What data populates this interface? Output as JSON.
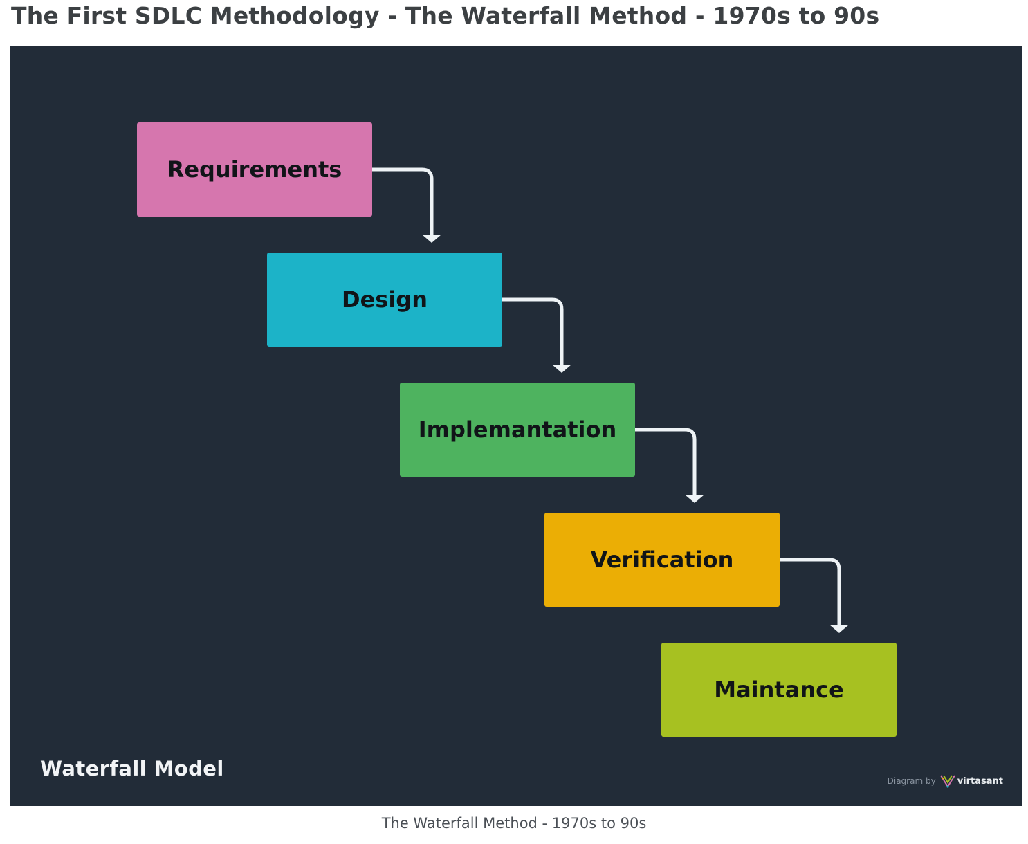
{
  "page": {
    "heading": "The First SDLC Methodology - The Waterfall Method - 1970s to 90s",
    "caption": "The Waterfall Method - 1970s to 90s"
  },
  "diagram": {
    "background": "#222c38",
    "connector_color": "#eef3f6",
    "title": "Waterfall Model",
    "credit": {
      "prefix": "Diagram by",
      "brand": "virtasant",
      "logo_icon": "virtasant-logo-icon"
    },
    "stages": [
      {
        "label": "Requirements",
        "color": "#d676ae"
      },
      {
        "label": "Design",
        "color": "#1cb3c8"
      },
      {
        "label": "Implemantation",
        "color": "#4eb35f"
      },
      {
        "label": "Verification",
        "color": "#ebae05"
      },
      {
        "label": "Maintance",
        "color": "#a7c121"
      }
    ]
  }
}
